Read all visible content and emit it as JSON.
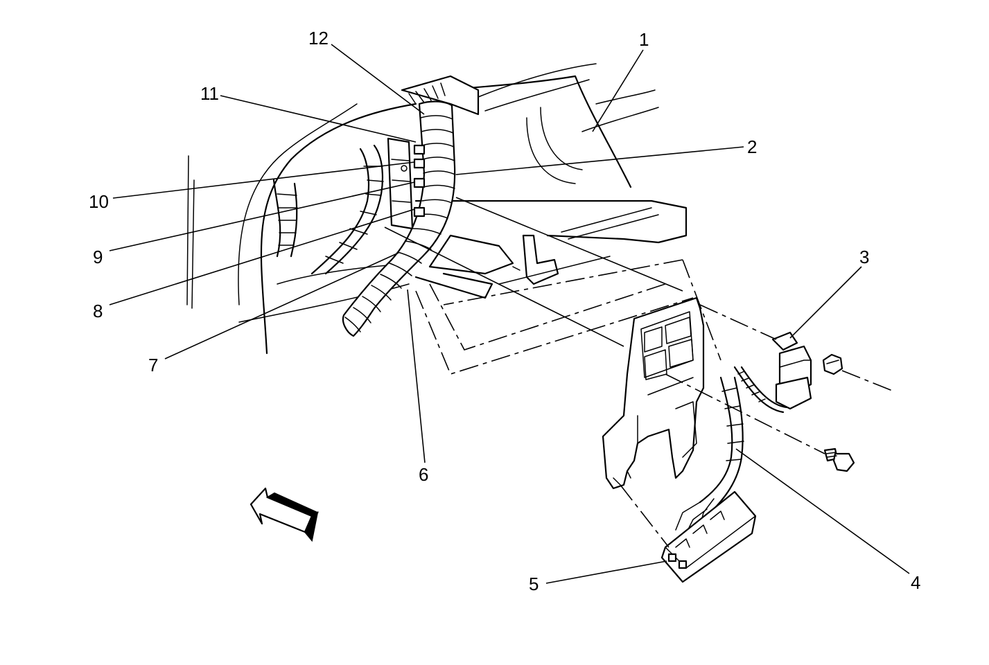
{
  "callouts": [
    {
      "id": "c1",
      "text": "1"
    },
    {
      "id": "c2",
      "text": "2"
    },
    {
      "id": "c3",
      "text": "3"
    },
    {
      "id": "c4",
      "text": "4"
    },
    {
      "id": "c5",
      "text": "5"
    },
    {
      "id": "c6",
      "text": "6"
    },
    {
      "id": "c7",
      "text": "7"
    },
    {
      "id": "c8",
      "text": "8"
    },
    {
      "id": "c9",
      "text": "9"
    },
    {
      "id": "c10",
      "text": "10"
    },
    {
      "id": "c11",
      "text": "11"
    },
    {
      "id": "c12",
      "text": "12"
    }
  ],
  "colors": {
    "ink": "#000000",
    "background": "#ffffff"
  },
  "icons": {
    "direction_arrow": "view-direction-arrow-icon"
  }
}
